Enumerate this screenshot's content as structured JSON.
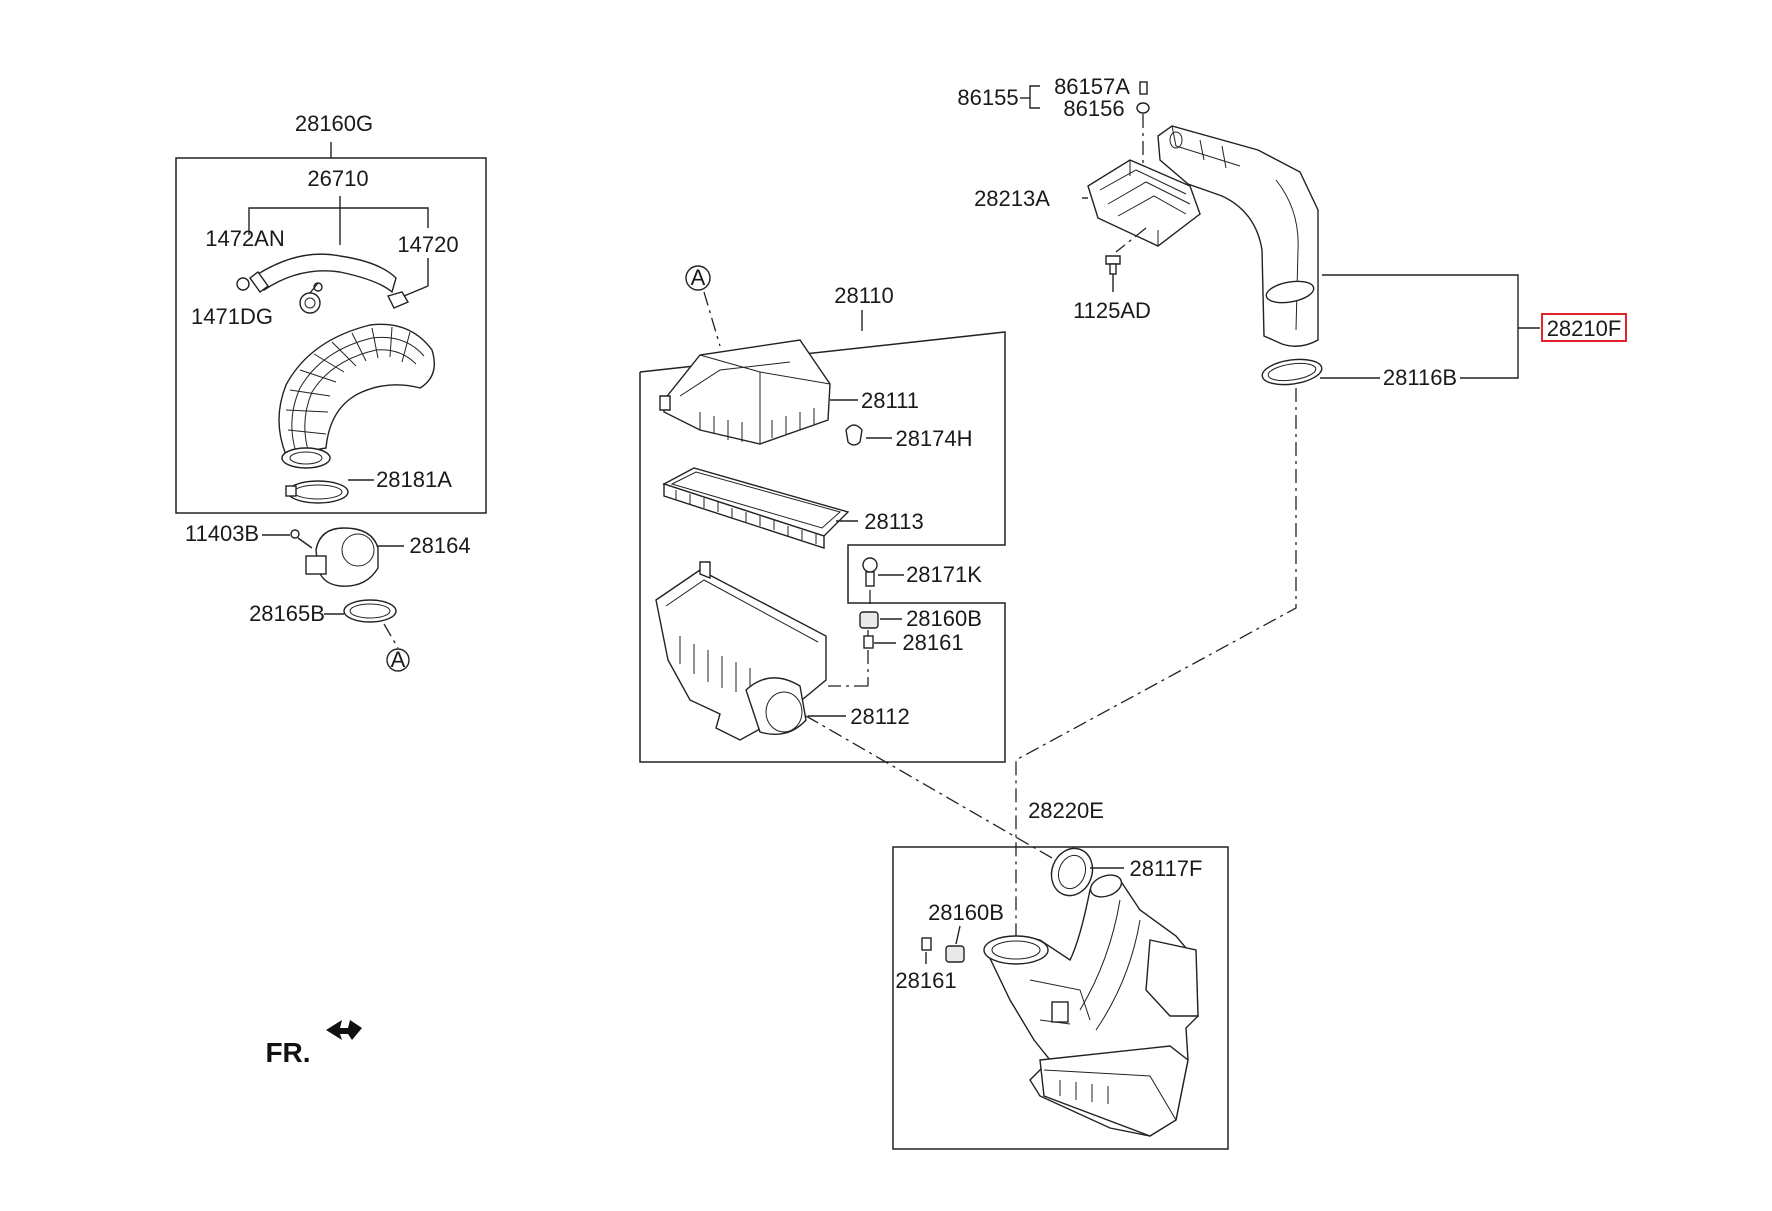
{
  "labels": {
    "l28160G": "28160G",
    "l26710": "26710",
    "l1472AN": "1472AN",
    "l14720": "14720",
    "l1471DG": "1471DG",
    "l28181A": "28181A",
    "l11403B": "11403B",
    "l28164": "28164",
    "l28165B": "28165B",
    "lA1": "A",
    "lA2": "A",
    "l28110": "28110",
    "l28111": "28111",
    "l28174H": "28174H",
    "l28113": "28113",
    "l28171K": "28171K",
    "l28160B_top": "28160B",
    "l28161_top": "28161",
    "l28112": "28112",
    "l86155": "86155",
    "l86157A": "86157A",
    "l86156": "86156",
    "l28213A": "28213A",
    "l1125AD": "1125AD",
    "l28210F": "28210F",
    "l28116B": "28116B",
    "l28220E": "28220E",
    "l28117F": "28117F",
    "l28160B_bot": "28160B",
    "l28161_bot": "28161",
    "fr": "FR."
  },
  "colors": {
    "line": "#222222",
    "highlight": "#e8222b",
    "background": "#ffffff"
  }
}
